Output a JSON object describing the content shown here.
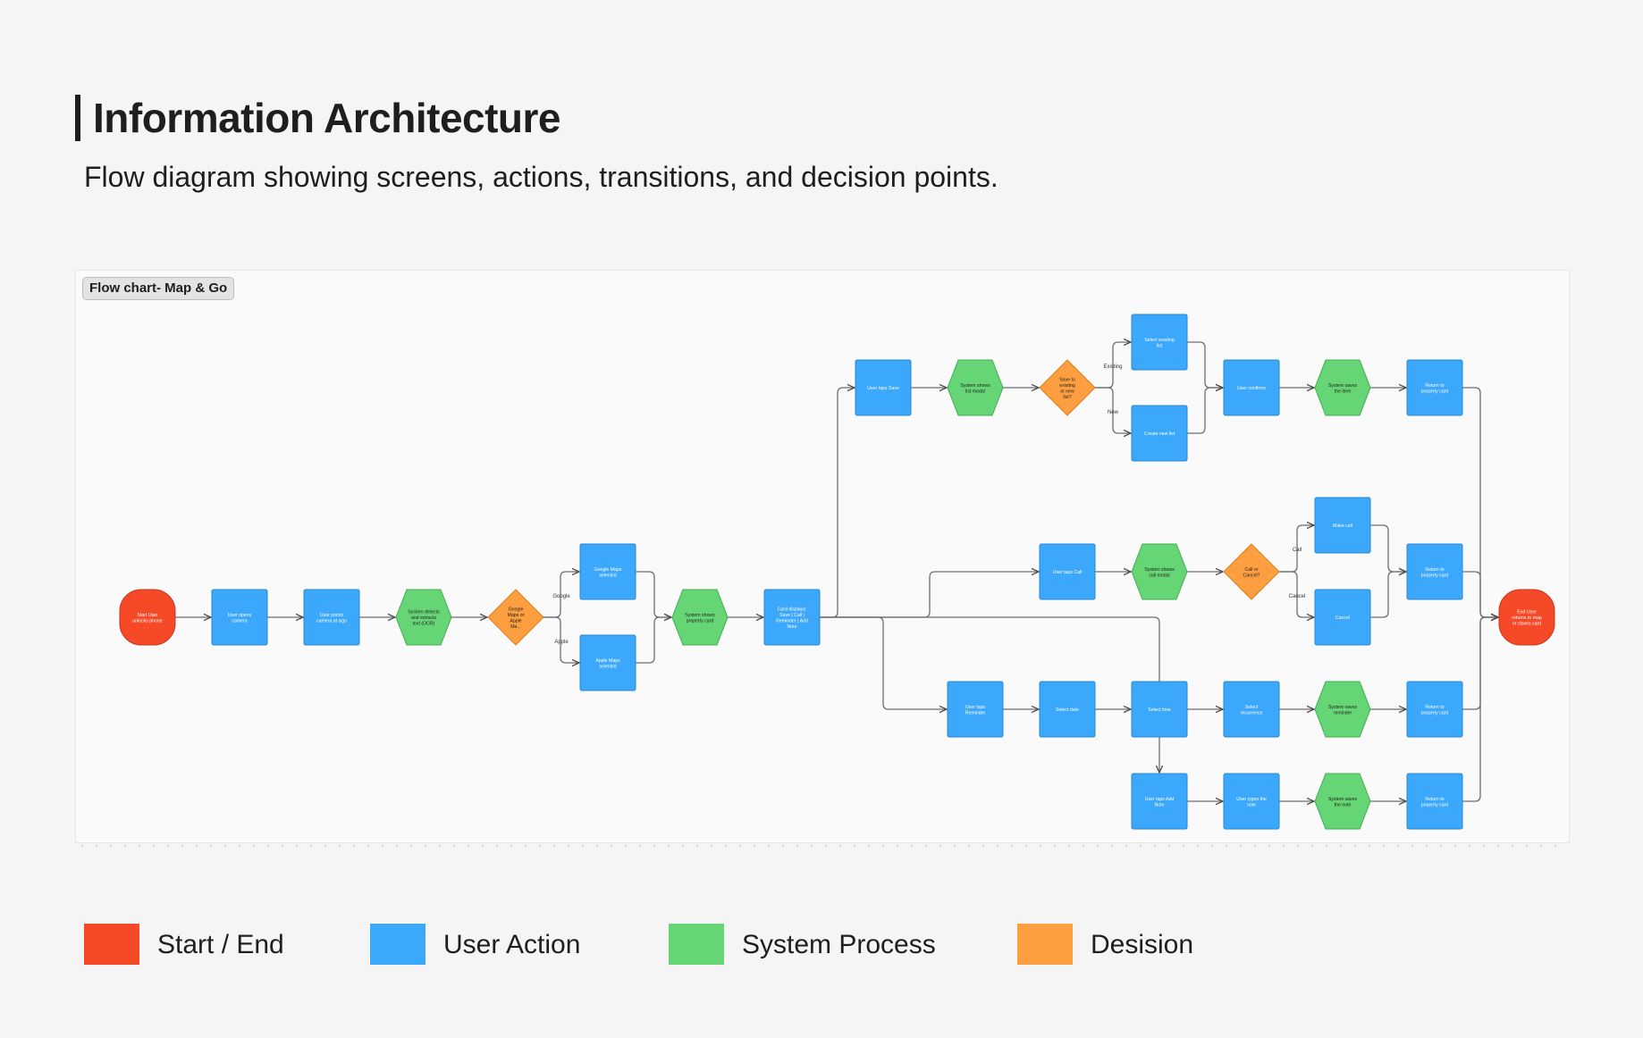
{
  "header": {
    "title": "Information Architecture",
    "subtitle": "Flow diagram showing screens, actions, transitions, and decision points."
  },
  "flowchart": {
    "label": "Flow chart- Map & Go",
    "colors": {
      "start_end": "#f54927",
      "user_action": "#3ba8fb",
      "system_process": "#66d575",
      "decision": "#fd9f40"
    },
    "nodes": [
      {
        "id": "start",
        "type": "start_end",
        "text": "Start User unlocks phone"
      },
      {
        "id": "open_camera",
        "type": "user_action",
        "text": "User opens camera"
      },
      {
        "id": "point_camera",
        "type": "user_action",
        "text": "User points camera at sign"
      },
      {
        "id": "detect",
        "type": "system_process",
        "text": "System detects and extracts text (OCR)"
      },
      {
        "id": "maps_decision",
        "type": "decision",
        "text": "Google Maps or Apple Ma..."
      },
      {
        "id": "google_maps",
        "type": "user_action",
        "text": "Google Maps selected"
      },
      {
        "id": "apple_maps",
        "type": "user_action",
        "text": "Apple Maps selected"
      },
      {
        "id": "property_card",
        "type": "system_process",
        "text": "System shows property card"
      },
      {
        "id": "card_displays",
        "type": "user_action",
        "text": "Card displays: Save | Call | Reminder | Add Note"
      },
      {
        "id": "taps_save",
        "type": "user_action",
        "text": "User taps Save"
      },
      {
        "id": "list_modal",
        "type": "system_process",
        "text": "System shows list modal"
      },
      {
        "id": "list_decision",
        "type": "decision",
        "text": "Save to existing or new list?"
      },
      {
        "id": "select_list",
        "type": "user_action",
        "text": "Select existing list"
      },
      {
        "id": "create_list",
        "type": "user_action",
        "text": "Create new list"
      },
      {
        "id": "confirms",
        "type": "user_action",
        "text": "User confirms"
      },
      {
        "id": "saves_item",
        "type": "system_process",
        "text": "System saves the item"
      },
      {
        "id": "return_1",
        "type": "user_action",
        "text": "Return to property card"
      },
      {
        "id": "taps_call",
        "type": "user_action",
        "text": "User taps Call"
      },
      {
        "id": "call_modal",
        "type": "system_process",
        "text": "System shows call modal"
      },
      {
        "id": "call_decision",
        "type": "decision",
        "text": "Call or Cancel?"
      },
      {
        "id": "make_call",
        "type": "user_action",
        "text": "Make call"
      },
      {
        "id": "cancel",
        "type": "user_action",
        "text": "Cancel"
      },
      {
        "id": "return_2",
        "type": "user_action",
        "text": "Return to property card"
      },
      {
        "id": "taps_reminder",
        "type": "user_action",
        "text": "User taps Reminder"
      },
      {
        "id": "select_date",
        "type": "user_action",
        "text": "Select date"
      },
      {
        "id": "select_time",
        "type": "user_action",
        "text": "Select time"
      },
      {
        "id": "select_recurrence",
        "type": "user_action",
        "text": "Select recurrence"
      },
      {
        "id": "saves_reminder",
        "type": "system_process",
        "text": "System saves reminder"
      },
      {
        "id": "return_3",
        "type": "user_action",
        "text": "Return to property card"
      },
      {
        "id": "taps_note",
        "type": "user_action",
        "text": "User taps Add Note"
      },
      {
        "id": "types_note",
        "type": "user_action",
        "text": "User types the note"
      },
      {
        "id": "saves_note",
        "type": "system_process",
        "text": "System saves the note"
      },
      {
        "id": "return_4",
        "type": "user_action",
        "text": "Return to property card"
      },
      {
        "id": "end",
        "type": "start_end",
        "text": "End User returns to map or closes card"
      }
    ],
    "edge_labels": [
      "Google",
      "Apple",
      "Existing",
      "New",
      "Call",
      "Cancel"
    ]
  },
  "legend": [
    {
      "label": "Start / End",
      "color": "#f54927"
    },
    {
      "label": "User Action",
      "color": "#3ba8fb"
    },
    {
      "label": "System Process",
      "color": "#66d575"
    },
    {
      "label": "Desision",
      "color": "#fd9f40"
    }
  ]
}
